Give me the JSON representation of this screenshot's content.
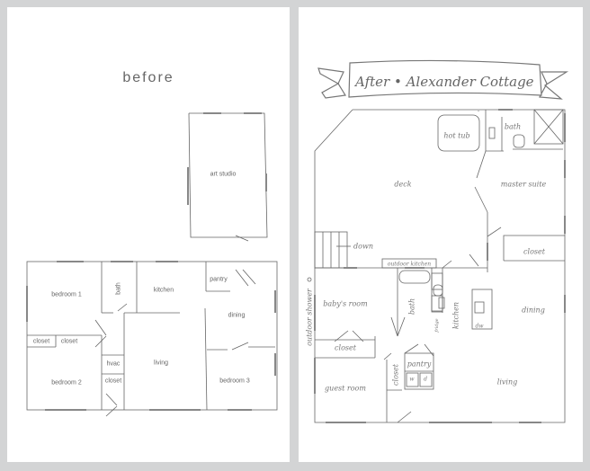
{
  "colors": {
    "background": "#d3d4d5",
    "panel": "#ffffff",
    "line": "#666666",
    "window": "#888888"
  },
  "before": {
    "title": "before",
    "rooms": {
      "art_studio": "art studio",
      "bedroom_1": "bedroom 1",
      "bath": "bath",
      "kitchen": "kitchen",
      "pantry": "pantry",
      "dining": "dining",
      "closet_a": "closet",
      "closet_b": "closet",
      "hvac": "hvac",
      "closet_c": "closet",
      "living": "living",
      "bedroom_2": "bedroom 2",
      "bedroom_3": "bedroom 3"
    }
  },
  "after": {
    "title": "After • Alexander Cottage",
    "rooms": {
      "hot_tub": "hot tub",
      "bath_master": "bath",
      "deck": "deck",
      "master_suite": "master suite",
      "down": "down",
      "closet_master": "closet",
      "outdoor_kitchen": "outdoor kitchen",
      "outdoor_shower": "outdoor shower",
      "babys_room": "baby's room",
      "bath": "bath",
      "fridge": "fridge",
      "kitchen": "kitchen",
      "dw": "dw",
      "dining": "dining",
      "closet_baby": "closet",
      "closet_hall": "closet",
      "pantry": "pantry",
      "washer": "w",
      "dryer": "d",
      "guest_room": "guest room",
      "living": "living"
    }
  }
}
